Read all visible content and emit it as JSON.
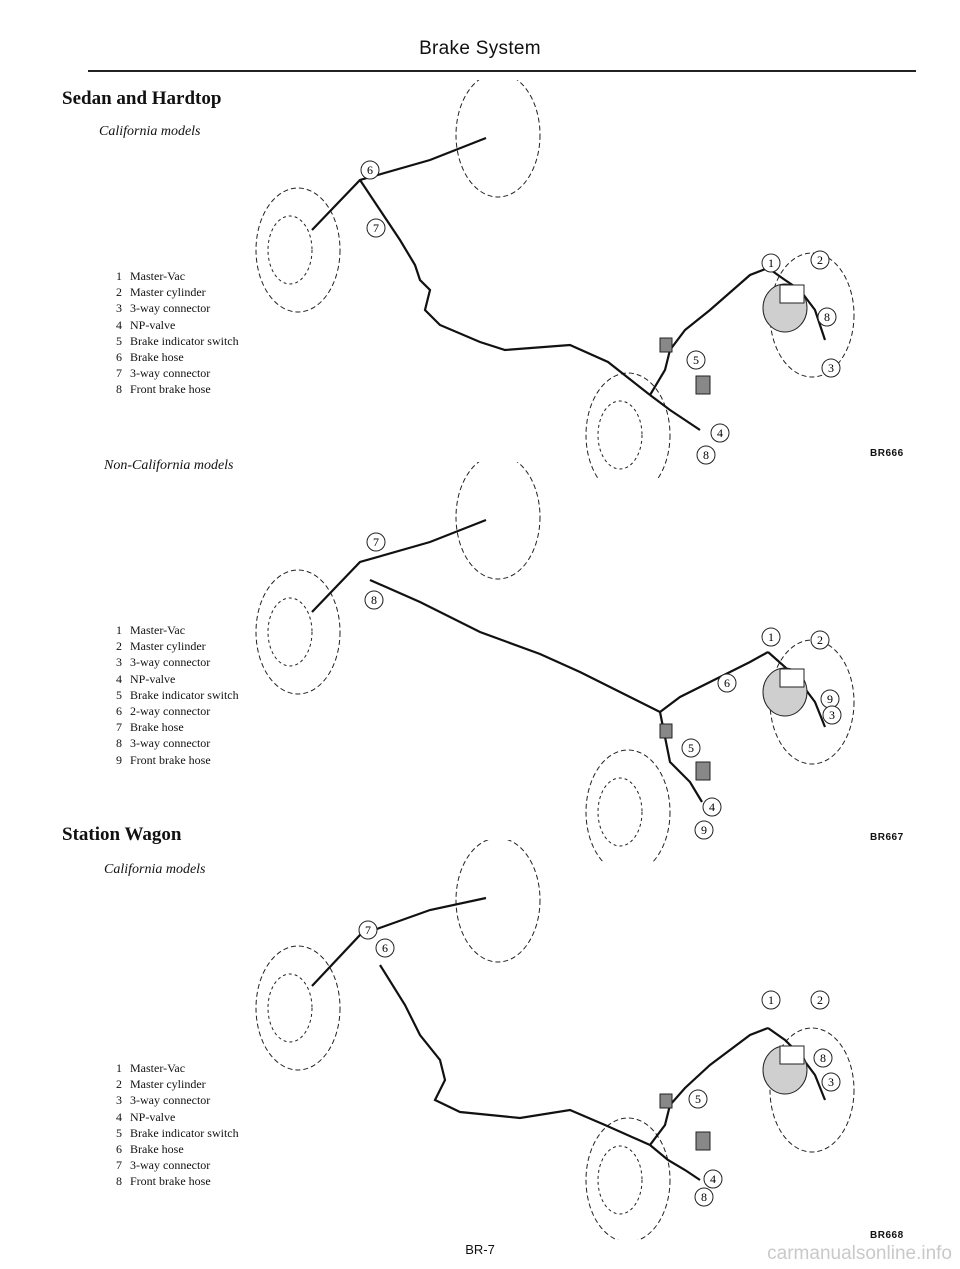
{
  "header": {
    "title": "Brake System"
  },
  "sections": [
    {
      "heading": "Sedan and Hardtop",
      "subheading": "California models",
      "legend": [
        {
          "num": "1",
          "label": "Master-Vac"
        },
        {
          "num": "2",
          "label": "Master cylinder"
        },
        {
          "num": "3",
          "label": "3-way connector"
        },
        {
          "num": "4",
          "label": "NP-valve"
        },
        {
          "num": "5",
          "label": "Brake indicator switch"
        },
        {
          "num": "6",
          "label": "Brake hose"
        },
        {
          "num": "7",
          "label": "3-way connector"
        },
        {
          "num": "8",
          "label": "Front brake hose"
        }
      ],
      "code": "BR666",
      "callouts": [
        "6",
        "7",
        "1",
        "2",
        "8",
        "3",
        "5",
        "4",
        "8"
      ]
    },
    {
      "heading": "",
      "subheading": "Non-California models",
      "legend": [
        {
          "num": "1",
          "label": "Master-Vac"
        },
        {
          "num": "2",
          "label": "Master cylinder"
        },
        {
          "num": "3",
          "label": "3-way connector"
        },
        {
          "num": "4",
          "label": "NP-valve"
        },
        {
          "num": "5",
          "label": "Brake indicator switch"
        },
        {
          "num": "6",
          "label": "2-way connector"
        },
        {
          "num": "7",
          "label": "Brake hose"
        },
        {
          "num": "8",
          "label": "3-way connector"
        },
        {
          "num": "9",
          "label": "Front brake hose"
        }
      ],
      "code": "BR667",
      "callouts": [
        "7",
        "8",
        "1",
        "2",
        "6",
        "9",
        "3",
        "5",
        "4",
        "9"
      ]
    },
    {
      "heading": "Station Wagon",
      "subheading": "California models",
      "legend": [
        {
          "num": "1",
          "label": "Master-Vac"
        },
        {
          "num": "2",
          "label": "Master cylinder"
        },
        {
          "num": "3",
          "label": "3-way connector"
        },
        {
          "num": "4",
          "label": "NP-valve"
        },
        {
          "num": "5",
          "label": "Brake indicator switch"
        },
        {
          "num": "6",
          "label": "Brake hose"
        },
        {
          "num": "7",
          "label": "3-way connector"
        },
        {
          "num": "8",
          "label": "Front brake hose"
        }
      ],
      "code": "BR668",
      "callouts": [
        "7",
        "6",
        "1",
        "2",
        "8",
        "3",
        "5",
        "4",
        "8"
      ]
    }
  ],
  "footer": {
    "page": "BR-7",
    "watermark": "carmanualsonline.info"
  }
}
